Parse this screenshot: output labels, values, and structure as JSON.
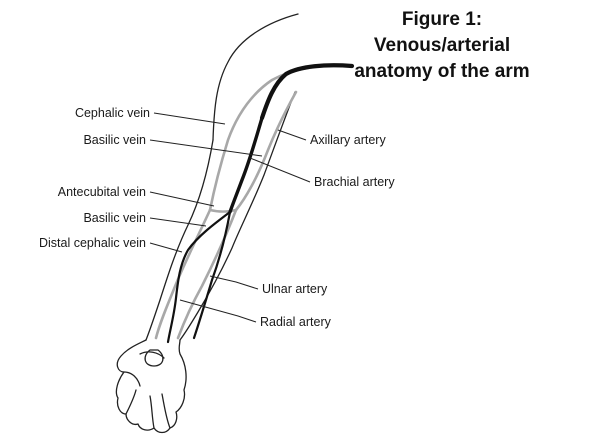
{
  "title": {
    "line1": "Figure 1:",
    "line2": "Venous/arterial",
    "line3": "anatomy of the arm"
  },
  "labels_left": {
    "cephalic_vein": "Cephalic vein",
    "basilic_vein_upper": "Basilic vein",
    "antecubital_vein": "Antecubital vein",
    "basilic_vein_lower": "Basilic vein",
    "distal_cephalic_vein": "Distal cephalic vein"
  },
  "labels_right": {
    "axillary_artery": "Axillary artery",
    "brachial_artery": "Brachial artery",
    "ulnar_artery": "Ulnar artery",
    "radial_artery": "Radial artery"
  },
  "colors": {
    "artery": "#111111",
    "vein": "#a8a8a8",
    "outline": "#222222",
    "leader": "#222222"
  }
}
